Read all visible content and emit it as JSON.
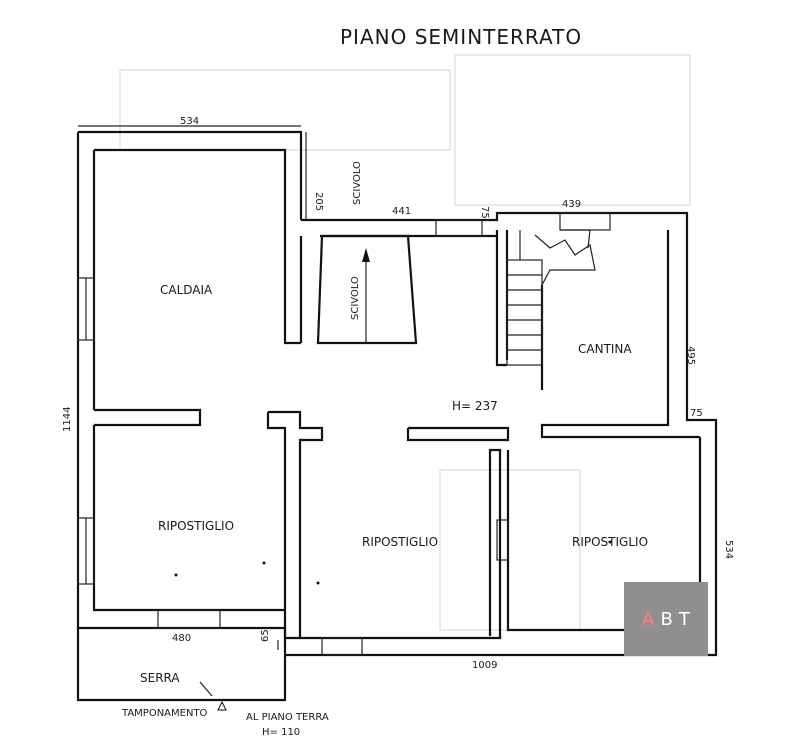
{
  "title": "PIANO    SEMINTERRATO",
  "rooms": {
    "caldaia": "CALDAIA",
    "cantina": "CANTINA",
    "ripostiglio_left": "RIPOSTIGLIO",
    "ripostiglio_center": "RIPOSTIGLIO",
    "ripostiglio_right": "RIPOSTIGLIO",
    "serra": "SERRA"
  },
  "height_label": "H= 237",
  "scivolo": [
    "SCIVOLO",
    "SCIVOLO"
  ],
  "dimensions": {
    "top_width": "534",
    "upper_offset": "205",
    "mid_width": "441",
    "small_top": "75",
    "right_top": "439",
    "right_side_upper": "495",
    "right_step": "75",
    "left_height": "1144",
    "right_side_lower": "534",
    "bottom_total": "1009",
    "serra_width": "480",
    "serra_offset": "65"
  },
  "notes": {
    "tamponamento": "TAMPONAMENTO",
    "al_piano_terra": "AL PIANO TERRA",
    "h_110": "H= 110"
  },
  "logo": {
    "text": "ABT",
    "accent_letter": "A",
    "bg": "#8f8f8f"
  },
  "colors": {
    "ink": "#111111",
    "paper": "#ffffff"
  }
}
